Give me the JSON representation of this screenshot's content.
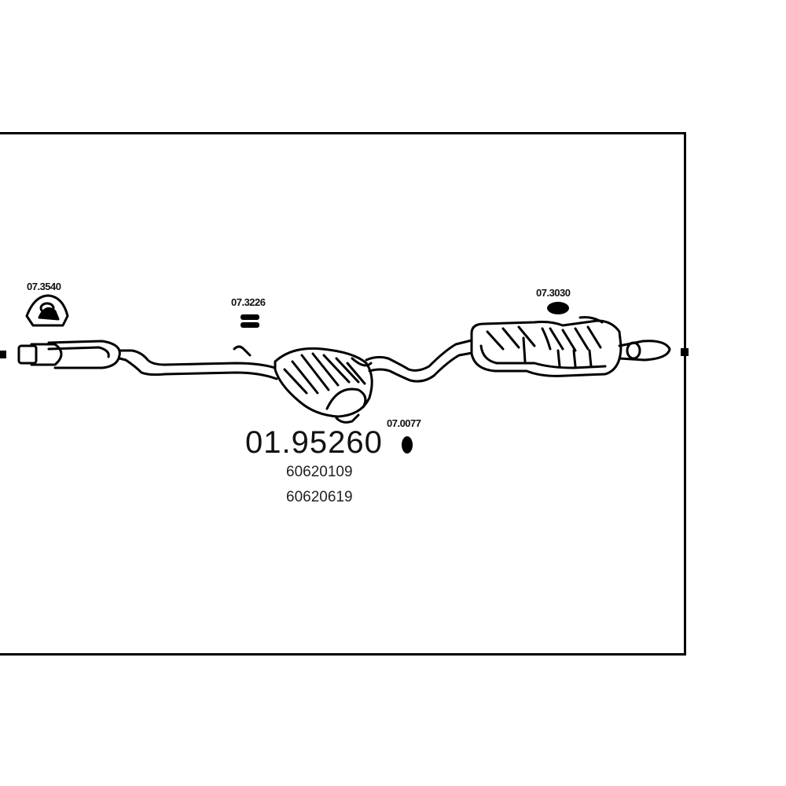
{
  "main_part_number": "01.95260",
  "oem_numbers": [
    "60620109",
    "60620619"
  ],
  "part_labels": {
    "bracket_left": "07.3540",
    "hanger_mid": "07.3226",
    "clamp": "07.0077",
    "hanger_right": "07.3030"
  },
  "colors": {
    "line": "#000000",
    "background": "#ffffff"
  }
}
